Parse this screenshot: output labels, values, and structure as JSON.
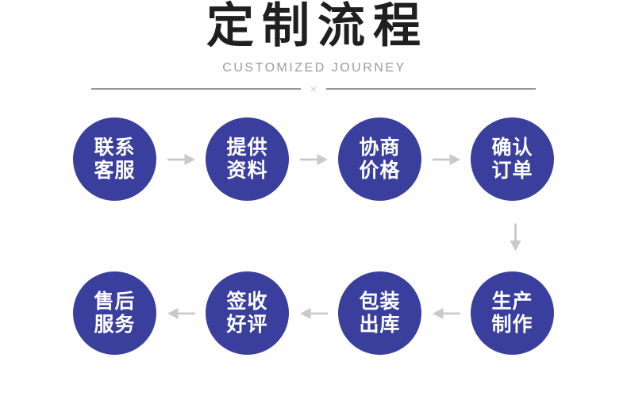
{
  "header": {
    "title": "定制流程",
    "subtitle": "CUSTOMIZED JOURNEY",
    "divider_mark": "×"
  },
  "colors": {
    "circle_blue": "#3a3f9d",
    "arrow_gray": "#c9c9c9",
    "title_black": "#1f1f1f",
    "subtitle_gray": "#9b9b9b",
    "divider_gray": "#979797"
  },
  "flow": {
    "rows": [
      {
        "arrow_direction": "right",
        "steps": [
          {
            "line1": "联系",
            "line2": "客服"
          },
          {
            "line1": "提供",
            "line2": "资料"
          },
          {
            "line1": "协商",
            "line2": "价格"
          },
          {
            "line1": "确认",
            "line2": "订单"
          }
        ]
      },
      {
        "arrow_direction": "left",
        "steps": [
          {
            "line1": "售后",
            "line2": "服务"
          },
          {
            "line1": "签收",
            "line2": "好评"
          },
          {
            "line1": "包装",
            "line2": "出库"
          },
          {
            "line1": "生产",
            "line2": "制作"
          }
        ]
      }
    ]
  }
}
